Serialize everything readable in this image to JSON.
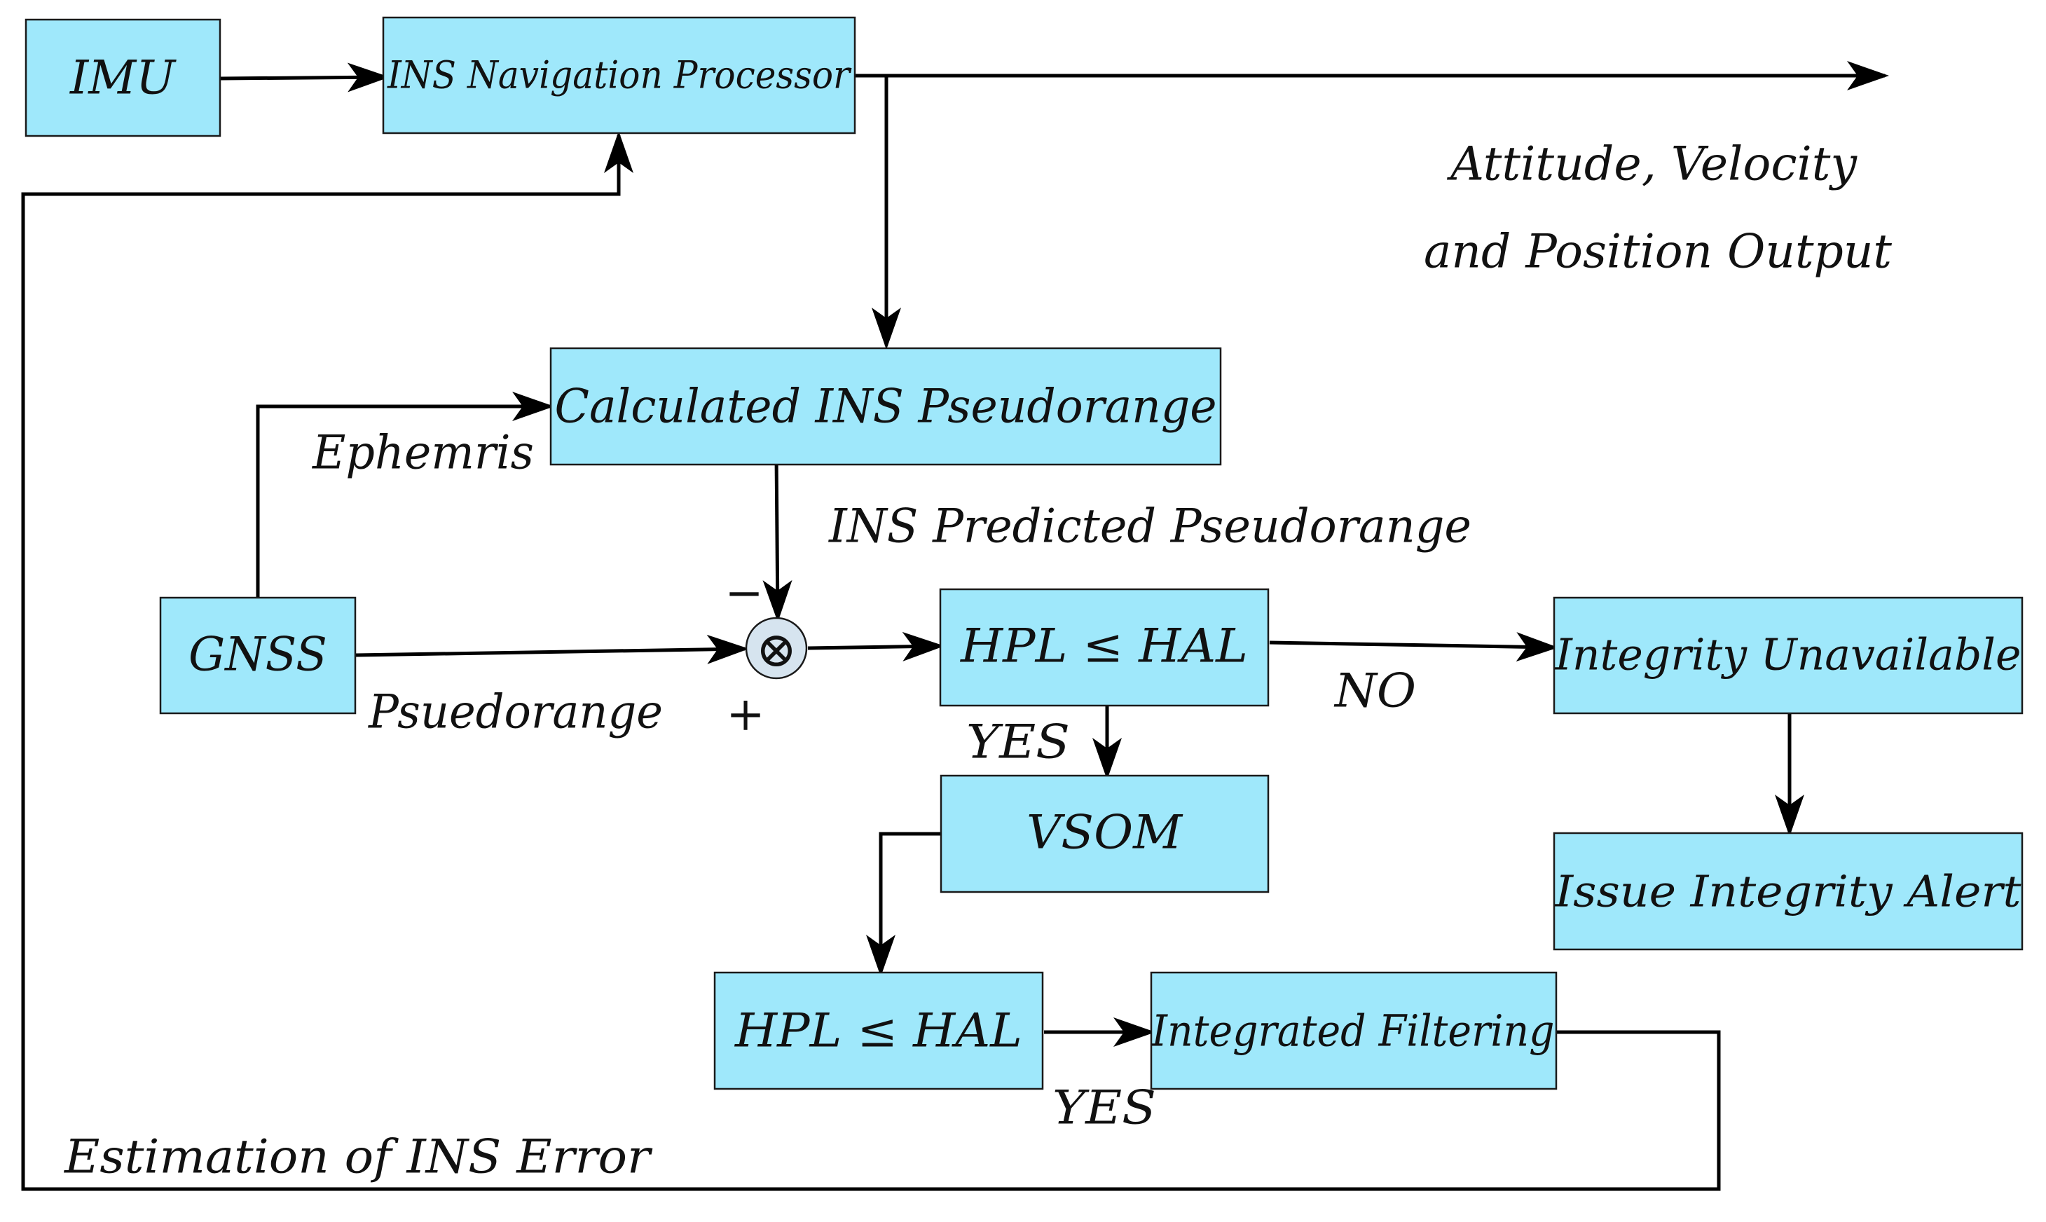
{
  "blocks": {
    "imu": "IMU",
    "ins_processor": "INS Navigation Processor",
    "calc_pseudorange": "Calculated INS Pseudorange",
    "gnss": "GNSS",
    "hpl_check_1": "HPL ≤ HAL",
    "vsom": "VSOM",
    "hpl_check_2": "HPL ≤ HAL",
    "integrated_filtering": "Integrated Filtering",
    "integrity_unavailable": "Integrity Unavailable",
    "integrity_alert": "Issue Integrity Alert",
    "summing_junction": "⊗"
  },
  "labels": {
    "output_line1": "Attitude, Velocity",
    "output_line2": "and Position Output",
    "ephemris": "Ephemris",
    "ins_predicted": "INS Predicted Pseudorange",
    "psuedorange": "Psuedorange",
    "minus": "−",
    "plus": "+",
    "yes_1": "YES",
    "no": "NO",
    "yes_2": "YES",
    "estimation": "Estimation of INS Error"
  },
  "colors": {
    "box_fill": "#9fe8fb",
    "junction_fill": "#d6e4ef",
    "line": "#000000"
  }
}
